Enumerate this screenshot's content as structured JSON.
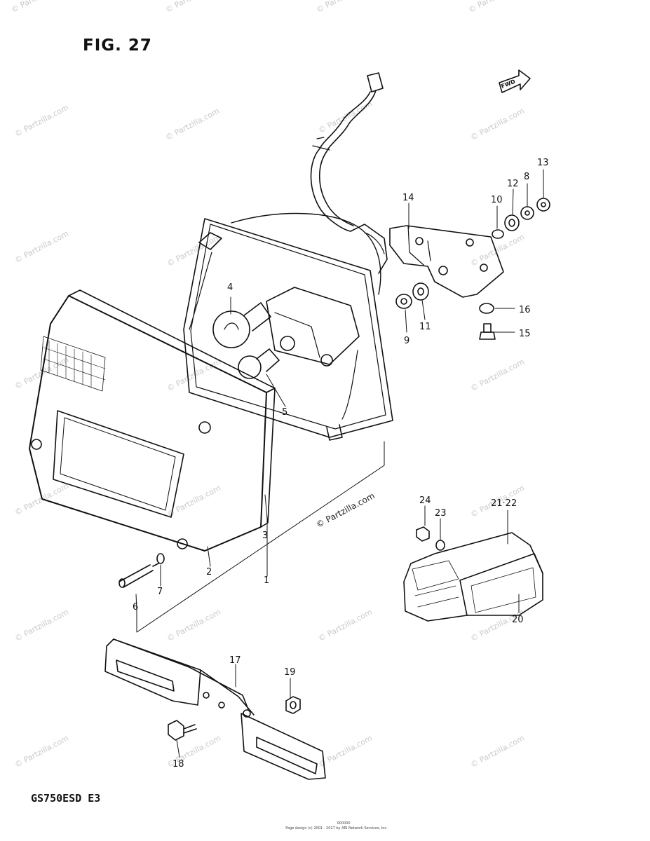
{
  "figure": {
    "title": "FIG. 27",
    "model": "GS750ESD  E3",
    "credit": "© Partzilla.com",
    "watermark": "© Partzilla.com",
    "fwd_label": "FWD",
    "footer_line1": "000000",
    "footer_line2": "Page design (c) 2001 - 2017 by ARI Network Services, Inc."
  },
  "callouts": [
    "1",
    "2",
    "3",
    "4",
    "5",
    "6",
    "7",
    "8",
    "9",
    "10",
    "11",
    "12",
    "13",
    "14",
    "15",
    "16",
    "17",
    "18",
    "19",
    "20",
    "21 22",
    "23",
    "24"
  ]
}
